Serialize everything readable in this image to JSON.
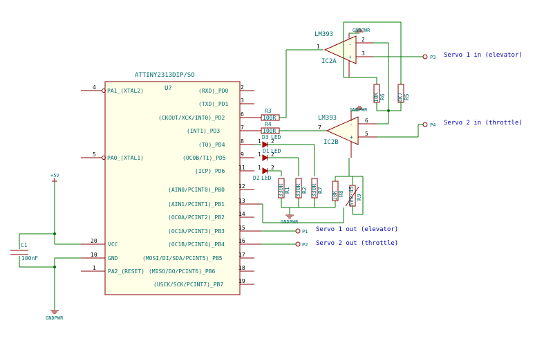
{
  "chip": {
    "name": "ATTINY2313DIP/SO",
    "ref": "U?",
    "left_pins": [
      {
        "num": "4",
        "name": "PA1_(XTAL2)"
      },
      {
        "num": "5",
        "name": "PA0_(XTAL1)"
      },
      {
        "num": "20",
        "name": "VCC"
      },
      {
        "num": "10",
        "name": "GND"
      },
      {
        "num": "1",
        "name": "PA2_(RESET)"
      }
    ],
    "right_pins": [
      {
        "num": "2",
        "name": "(RXD)_PD0"
      },
      {
        "num": "3",
        "name": "(TXD)_PD1"
      },
      {
        "num": "6",
        "name": "(CKOUT/XCK/INT0)_PD2"
      },
      {
        "num": "7",
        "name": "(INT1)_PD3"
      },
      {
        "num": "8",
        "name": "(T0)_PD4"
      },
      {
        "num": "9",
        "name": "(OC0B/T1)_PD5"
      },
      {
        "num": "11",
        "name": "(ICP)_PD6"
      },
      {
        "num": "12",
        "name": "(AIN0/PCINT0)_PB0"
      },
      {
        "num": "13",
        "name": "(AIN1/PCINT1)_PB1"
      },
      {
        "num": "14",
        "name": "(OC0A/PCINT2)_PB2"
      },
      {
        "num": "15",
        "name": "(OC1A/PCINT3)_PB3"
      },
      {
        "num": "16",
        "name": "(OC1B/PCINT4)_PB4"
      },
      {
        "num": "17",
        "name": "(MOSI/DI/SDA/PCINT5)_PB5"
      },
      {
        "num": "18",
        "name": "(MISO/DO/PCINT6)_PB6"
      },
      {
        "num": "19",
        "name": "(USCK/SCK/PCINT7)_PB7"
      }
    ]
  },
  "comparators": {
    "a": {
      "part": "LM393",
      "ref": "IC2A",
      "out_pin": "1",
      "in_minus_pin": "2",
      "in_plus_pin": "3",
      "minus": "-",
      "plus": "+",
      "gnd_label": "GNDPWR"
    },
    "b": {
      "part": "LM393",
      "ref": "IC2B",
      "out_pin": "7",
      "in_minus_pin": "6",
      "in_plus_pin": "5",
      "minus": "-",
      "plus": "+",
      "gnd_label": "GNDPWR"
    }
  },
  "resistors": {
    "r3": {
      "ref": "R3",
      "value": "100R"
    },
    "r4": {
      "ref": "R4",
      "value": "100R"
    },
    "r1": {
      "ref": "R1",
      "value": "330R"
    },
    "r2": {
      "ref": "R2",
      "value": "330R"
    },
    "r7": {
      "ref": "R7",
      "value": "330R"
    },
    "r6": {
      "ref": "R6",
      "value": "10K"
    },
    "r5": {
      "ref": "R5",
      "value": "4K7"
    },
    "r8": {
      "ref": "R8",
      "value": "10K"
    },
    "r9": {
      "ref": "R9",
      "value": "SV0-45"
    }
  },
  "leds": {
    "d3": {
      "ref": "D3",
      "label": "LED"
    },
    "d1": {
      "ref": "D1",
      "label": "LED"
    },
    "d2": {
      "ref": "D2",
      "label": "LED"
    },
    "anode_pin": "1",
    "cathode_pin": "2"
  },
  "capacitor": {
    "ref": "C1",
    "value": "100nF"
  },
  "power": {
    "vcc": "+5V",
    "gnd": "GNDPWR",
    "gnd_mid": "GNDPWR"
  },
  "ports": {
    "p3": {
      "ref": "P3",
      "label": "Servo 1 in (elevator)"
    },
    "p4": {
      "ref": "P4",
      "label": "Servo 2 in (throttle)"
    },
    "p1": {
      "ref": "P1",
      "label": "Servo 1 out (elevator)"
    },
    "p2": {
      "ref": "P2",
      "label": "Servo 2 out (throttle)"
    }
  }
}
